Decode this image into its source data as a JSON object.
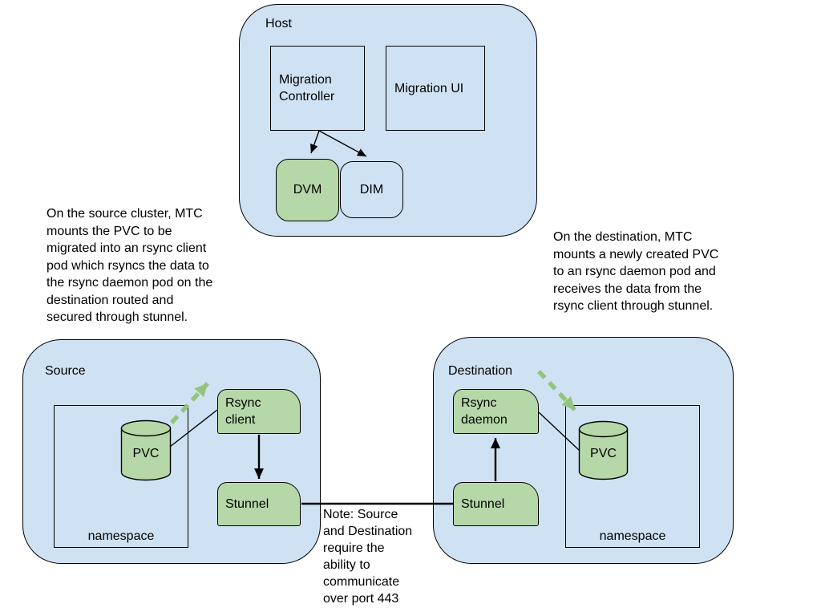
{
  "colors": {
    "cluster_fill": "#cfe2f3",
    "node_green": "#b6d7a8",
    "arrow_green": "#93c47d",
    "line_black": "#000000",
    "canvas_bg": "#ffffff"
  },
  "host": {
    "label": "Host",
    "migration_controller": "Migration\nController",
    "migration_ui": "Migration UI",
    "dvm": "DVM",
    "dim": "DIM"
  },
  "annotations": {
    "source_note": "On the source cluster, MTC\nmounts the PVC to be\nmigrated into an rsync client\npod which rsyncs the data to\nthe rsync daemon pod on the\ndestination routed and\nsecured through stunnel.",
    "destination_note": "On the destination, MTC\nmounts a newly created PVC\nto an rsync daemon pod and\nreceives the data from the\nrsync client through stunnel.",
    "port_note": "Note: Source\nand Destination\nrequire the\nability to\ncommunicate\nover port 443"
  },
  "source": {
    "label": "Source",
    "namespace": "namespace",
    "pvc": "PVC",
    "rsync_client": "Rsync\nclient",
    "stunnel": "Stunnel"
  },
  "destination": {
    "label": "Destination",
    "namespace": "namespace",
    "pvc": "PVC",
    "rsync_daemon": "Rsync\ndaemon",
    "stunnel": "Stunnel"
  }
}
